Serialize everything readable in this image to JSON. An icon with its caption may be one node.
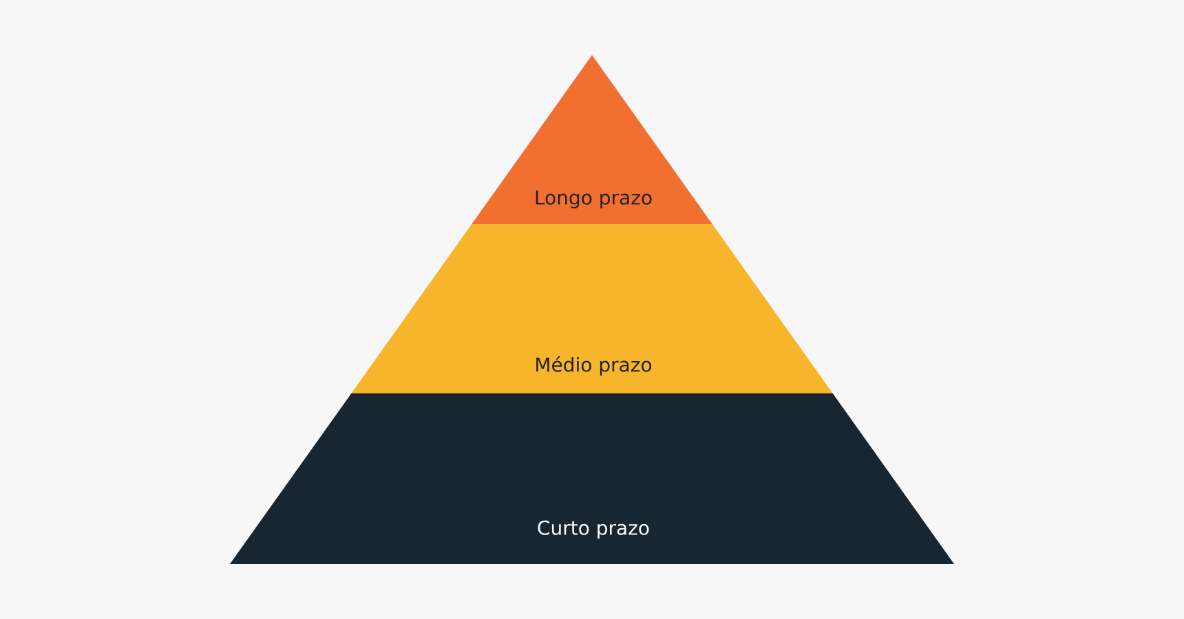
{
  "diagram": {
    "nodes": [
      {
        "text": [
          "Longo prazo"
        ]
      },
      {
        "text": [
          "Médio prazo"
        ]
      },
      {
        "text": [
          "Curto prazo"
        ]
      }
    ]
  }
}
